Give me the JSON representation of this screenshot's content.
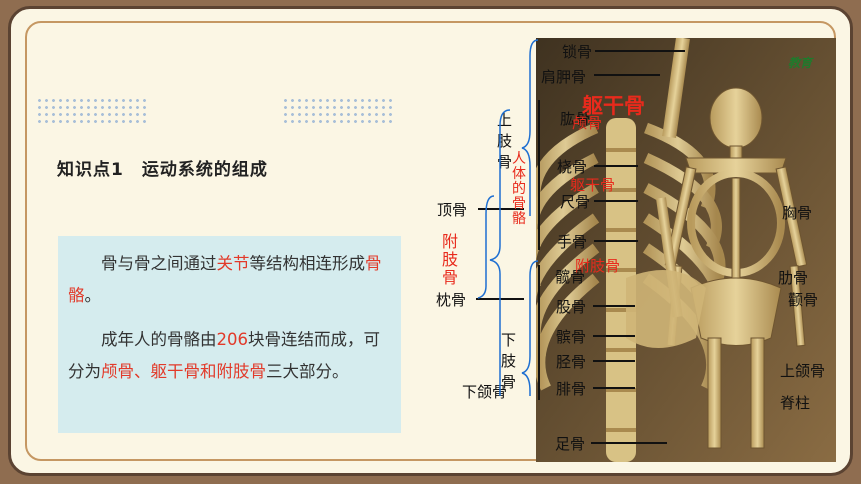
{
  "heading": "知识点1　运动系统的组成",
  "paragraph1": {
    "before": "骨与骨之间通过",
    "highlight1": "关节",
    "middle": "等结构相连形成",
    "highlight2": "骨骼",
    "after": "。"
  },
  "paragraph2": {
    "before": "成年人的骨骼由",
    "highlight_num": "206",
    "middle": "块骨连结而成，可分为",
    "highlight_parts": "颅骨、躯干骨和附肢骨",
    "after": "三大部分。"
  },
  "figure": {
    "watermark": "教育",
    "labels_left": [
      "顶骨",
      "枕骨",
      "下颌骨"
    ],
    "labels_group": [
      "人体的骨骼",
      "附肢骨",
      "上肢骨",
      "下肢骨"
    ],
    "labels_arm": [
      "锁骨",
      "肩胛骨",
      "肱骨",
      "桡骨",
      "尺骨",
      "手骨"
    ],
    "labels_leg": [
      "髋骨",
      "股骨",
      "髌骨",
      "胫骨",
      "腓骨",
      "足骨"
    ],
    "labels_red": [
      "躯干骨",
      "颅骨",
      "躯干骨",
      "附肢骨"
    ],
    "labels_right": [
      "胸骨",
      "肋骨",
      "颧骨",
      "上颌骨",
      "脊柱"
    ]
  }
}
